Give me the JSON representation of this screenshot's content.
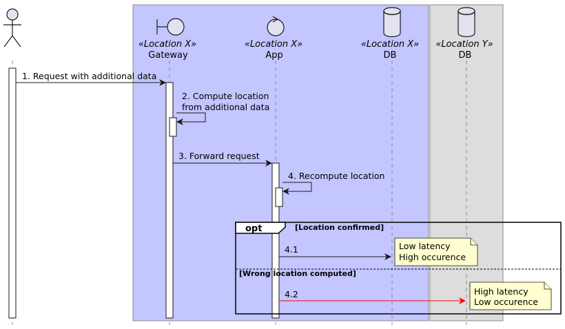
{
  "diagram": {
    "participants": {
      "gateway": {
        "stereotype": "«Location X»",
        "name": "Gateway",
        "icon": "boundary-icon"
      },
      "app": {
        "stereotype": "«Location X»",
        "name": "App",
        "icon": "control-icon"
      },
      "db_x": {
        "stereotype": "«Location X»",
        "name": "DB",
        "icon": "database-icon"
      },
      "db_y": {
        "stereotype": "«Location Y»",
        "name": "DB",
        "icon": "database-icon"
      }
    },
    "messages": {
      "m1": "1. Request with additional data",
      "m2_line1": "2. Compute location",
      "m2_line2": "from additional data",
      "m3": "3. Forward request",
      "m4": "4. Recompute location",
      "m41": "4.1",
      "m42": "4.2"
    },
    "fragment": {
      "keyword": "opt",
      "guard1": "[Location confirmed]",
      "guard2": "[Wrong location computed]"
    },
    "notes": {
      "note1_line1": "Low latency",
      "note1_line2": "High occurence",
      "note2_line1": "High latency",
      "note2_line2": "Low occurence"
    },
    "colors": {
      "location_x_box": "#c3c6ff",
      "location_y_box": "#dddddd",
      "participant_fill": "#e2e2f0",
      "note_fill": "#fefece",
      "wrong_location_arrow": "#ff0000"
    }
  }
}
